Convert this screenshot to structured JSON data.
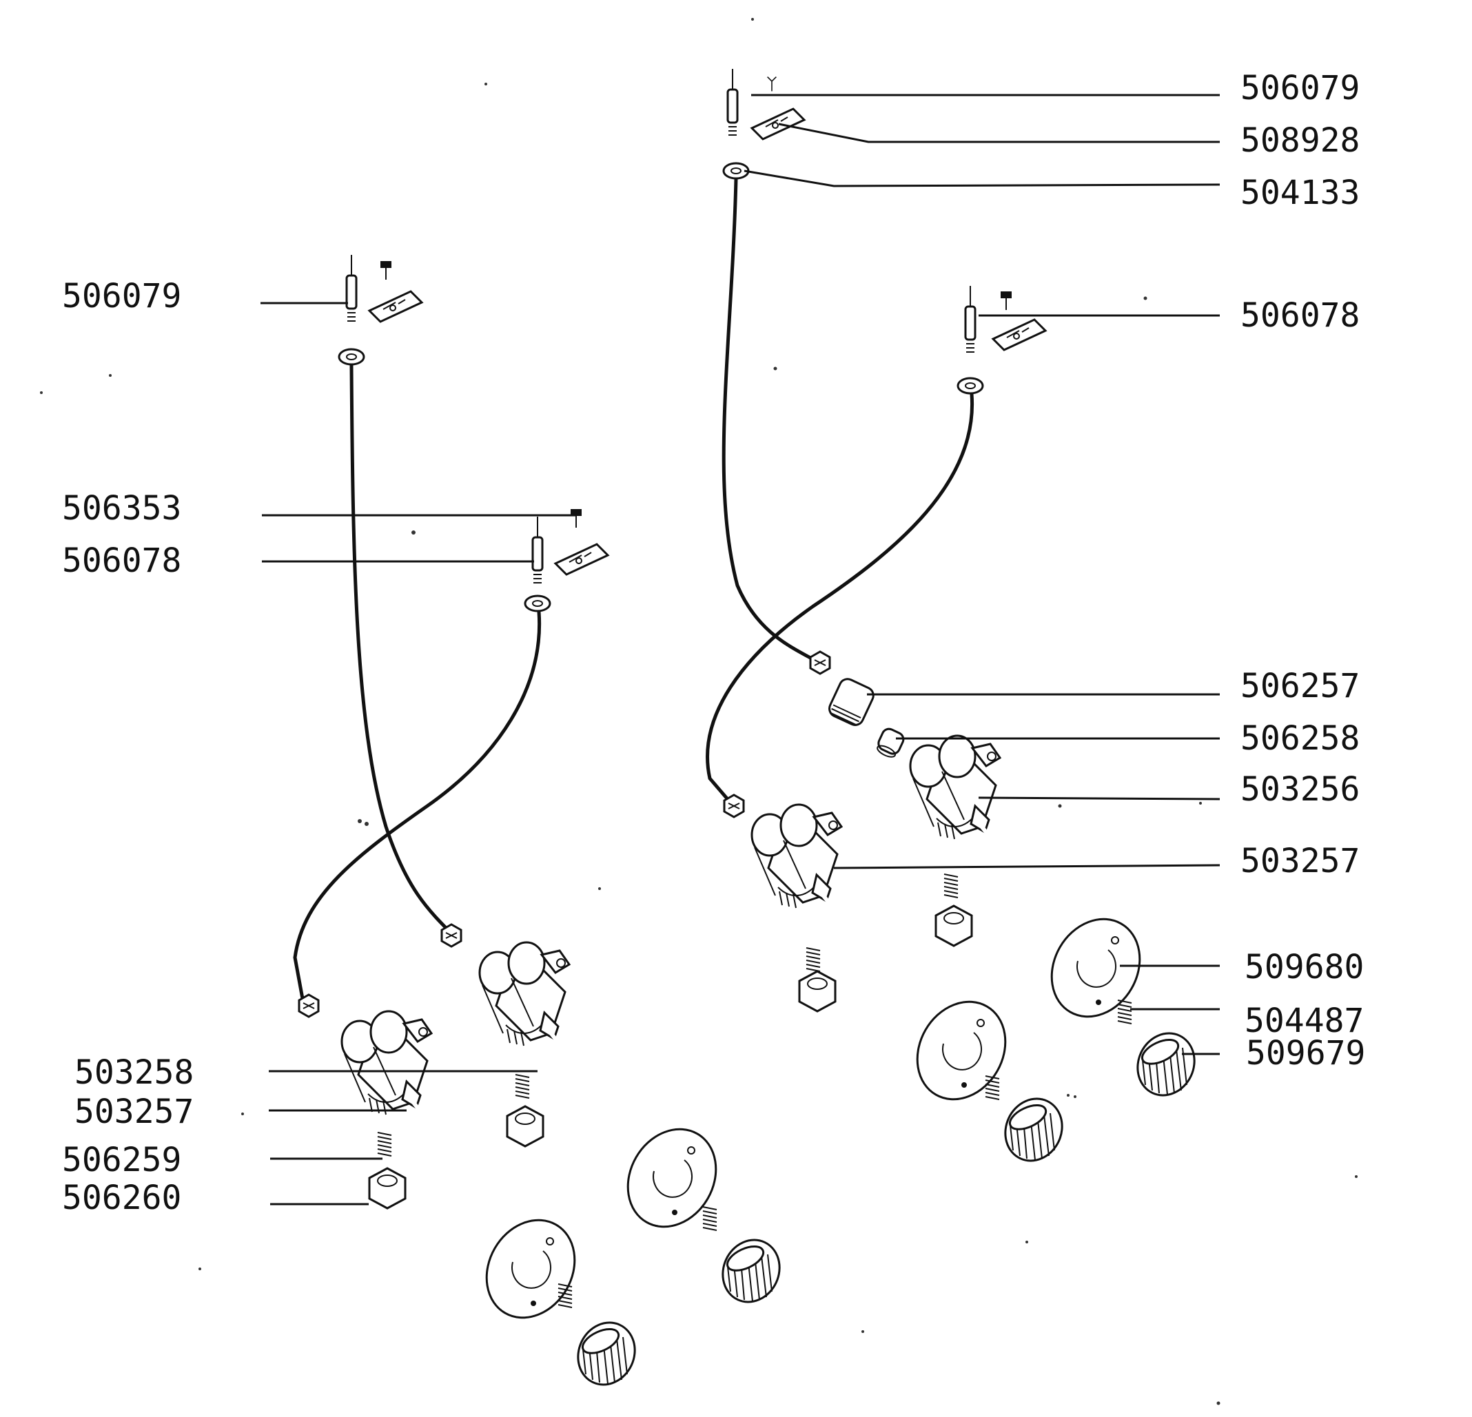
{
  "diagram": {
    "labels_left": [
      {
        "id": "left-506079",
        "text": "506079"
      },
      {
        "id": "left-506353",
        "text": "506353"
      },
      {
        "id": "left-506078",
        "text": "506078"
      },
      {
        "id": "left-503258",
        "text": "503258"
      },
      {
        "id": "left-503257",
        "text": "503257"
      },
      {
        "id": "left-506259",
        "text": "506259"
      },
      {
        "id": "left-506260",
        "text": "506260"
      }
    ],
    "labels_right": [
      {
        "id": "right-506079",
        "text": "506079"
      },
      {
        "id": "right-508928",
        "text": "508928"
      },
      {
        "id": "right-504133",
        "text": "504133"
      },
      {
        "id": "right-506078",
        "text": "506078"
      },
      {
        "id": "right-506257",
        "text": "506257"
      },
      {
        "id": "right-506258",
        "text": "506258"
      },
      {
        "id": "right-503256",
        "text": "503256"
      },
      {
        "id": "right-503257",
        "text": "503257"
      },
      {
        "id": "right-509680",
        "text": "509680"
      },
      {
        "id": "right-504487",
        "text": "504487"
      },
      {
        "id": "right-509679",
        "text": "509679"
      }
    ]
  }
}
